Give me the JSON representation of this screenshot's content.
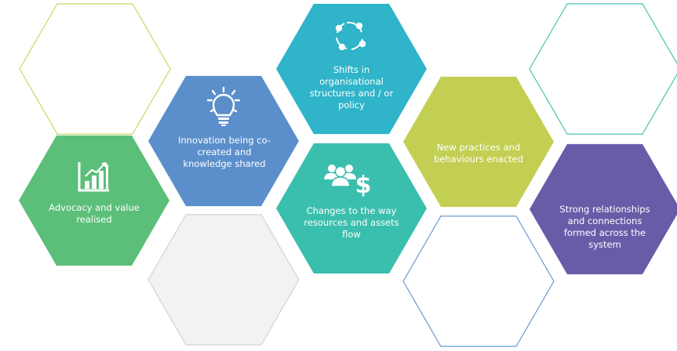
{
  "colors": {
    "green": "#5bbf7a",
    "blue": "#5b8fcb",
    "cyan": "#2fb4c9",
    "teal": "#3abfae",
    "lime": "#c3cf52",
    "purple": "#6a5ba8",
    "outline_lime": "#c8d866",
    "outline_grey": "#cfd4cf",
    "outline_teal": "#4cc0b2",
    "outline_blue": "#6a98d2",
    "empty_fill": "#f2f2f2"
  },
  "hexagons": [
    {
      "name": "advocacy",
      "label": "Advocacy and value realised",
      "icon": "bar-chart-growth-icon",
      "color": "green"
    },
    {
      "name": "innovation",
      "label": "Innovation being co-created and knowledge shared",
      "icon": "lightbulb-icon",
      "color": "blue"
    },
    {
      "name": "shifts",
      "label": "Shifts in organisational structures and / or policy",
      "icon": "circular-arrows-icon",
      "color": "cyan"
    },
    {
      "name": "resources",
      "label": "Changes to the way resources and assets flow",
      "icon": "people-dollar-icon",
      "color": "teal"
    },
    {
      "name": "practices",
      "label": "New practices and behaviours enacted",
      "icon": "",
      "color": "lime"
    },
    {
      "name": "relationships",
      "label": "Strong relationships and connections formed across the system",
      "icon": "",
      "color": "purple"
    }
  ]
}
